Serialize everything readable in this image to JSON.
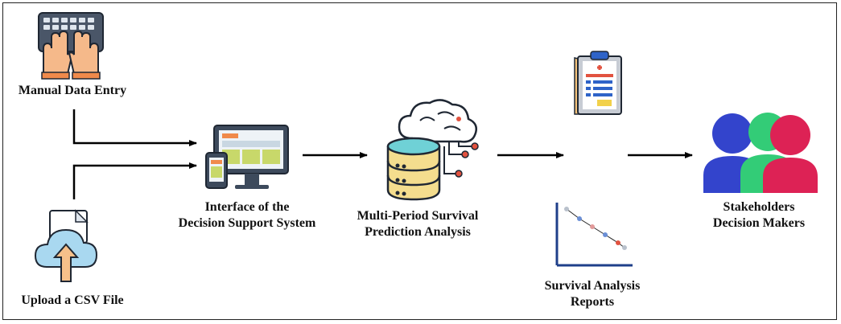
{
  "nodes": {
    "manual_entry": {
      "label": "Manual Data Entry",
      "icon": "keyboard-hands-icon"
    },
    "upload_csv": {
      "label": "Upload a CSV File",
      "icon": "cloud-upload-icon"
    },
    "interface": {
      "label_line1": "Interface of the",
      "label_line2": "Decision Support System",
      "icon": "devices-interface-icon"
    },
    "analysis": {
      "label_line1": "Multi-Period Survival",
      "label_line2": "Prediction Analysis",
      "icon": "database-brain-icon"
    },
    "reports": {
      "label_line1": "Survival Analysis",
      "label_line2": "Reports",
      "icons": [
        "clipboard-report-icon",
        "survival-curve-icon"
      ]
    },
    "stakeholders": {
      "label_line1": "Stakeholders",
      "label_line2": "Decision Makers",
      "icon": "people-group-icon"
    }
  },
  "colors": {
    "arrow": "#000000",
    "person_blue": "#3344cc",
    "person_green": "#33cc77",
    "person_red": "#dd2255",
    "monitor": "#3d4a5c",
    "screen_green": "#c8d86a",
    "cloud_blue": "#a9d8f0",
    "db_yellow": "#f4dd8e"
  }
}
